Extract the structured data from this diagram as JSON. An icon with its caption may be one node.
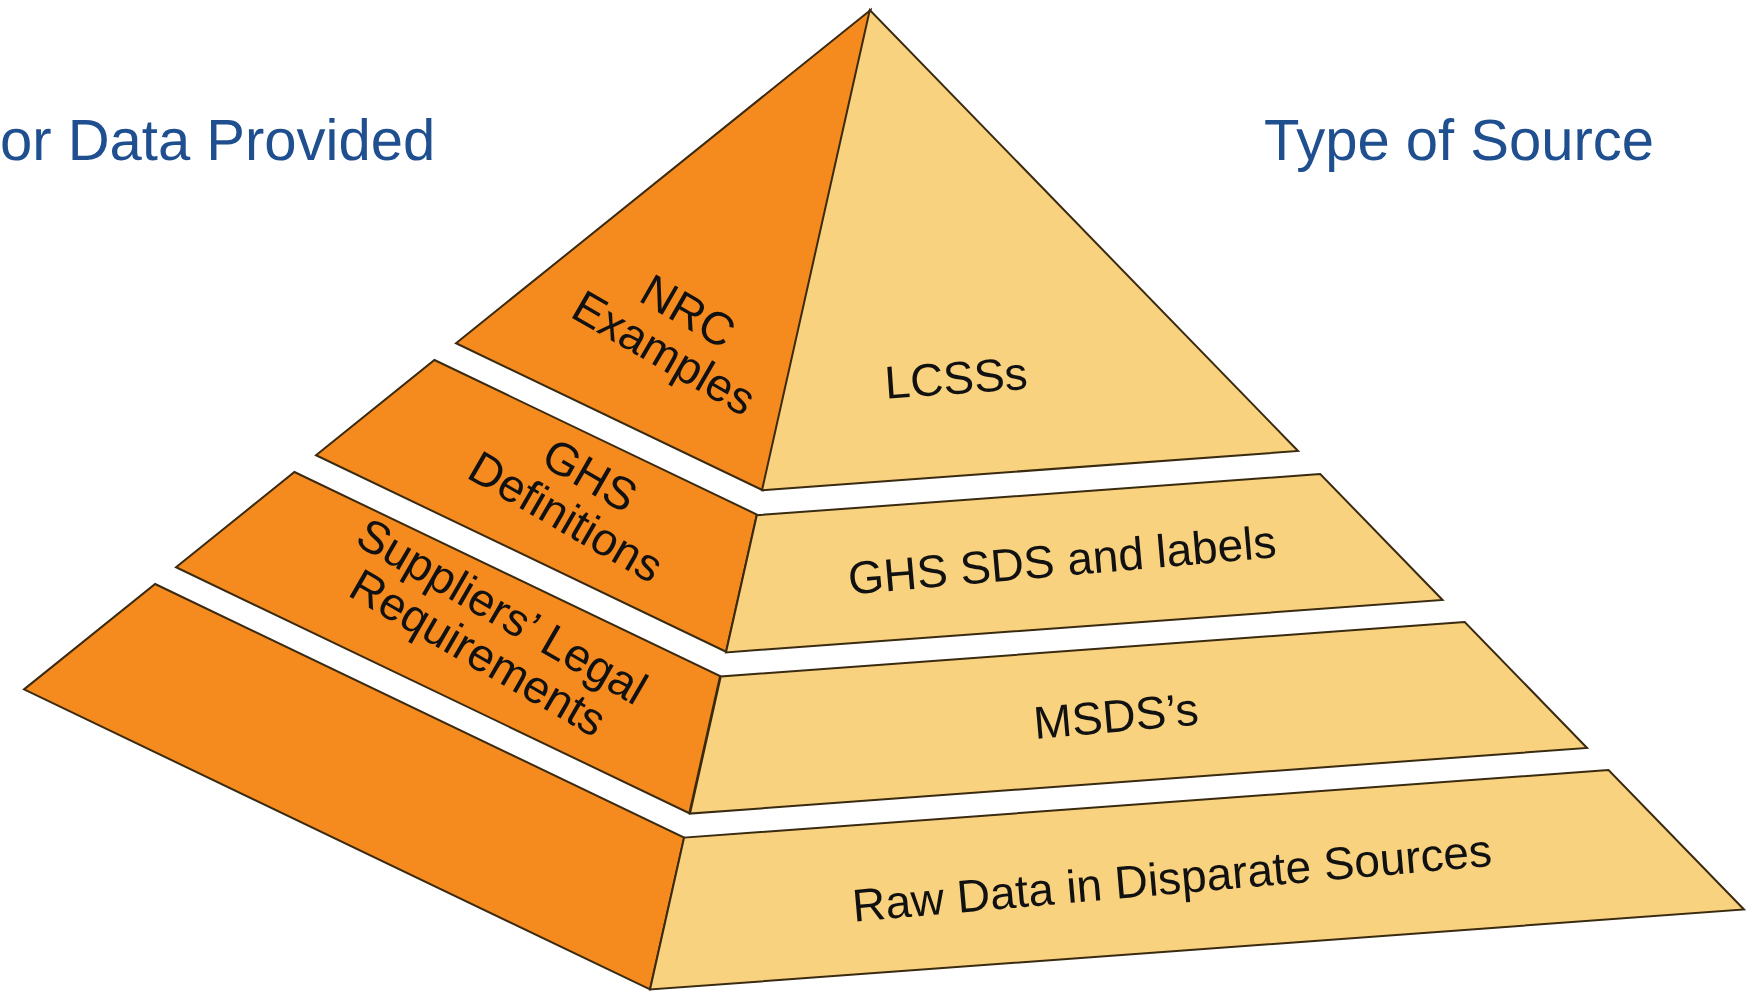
{
  "diagram": {
    "nodes": [
      {
        "text": [
          "NRC Examples"
        ]
      },
      {
        "text": [
          "LCSSs"
        ]
      },
      {
        "text": [
          "GHS Definitions"
        ]
      },
      {
        "text": [
          "GHS SDS and labels"
        ]
      },
      {
        "text": [
          "Suppliers’ Legal Requirements"
        ]
      },
      {
        "text": [
          "MSDS’s"
        ]
      },
      {
        "text": [],
        "shape": "band"
      },
      {
        "text": [
          "Raw Data in Disparate Sources"
        ]
      }
    ],
    "labels": [
      "or Data Provided",
      "Type of Source"
    ]
  }
}
